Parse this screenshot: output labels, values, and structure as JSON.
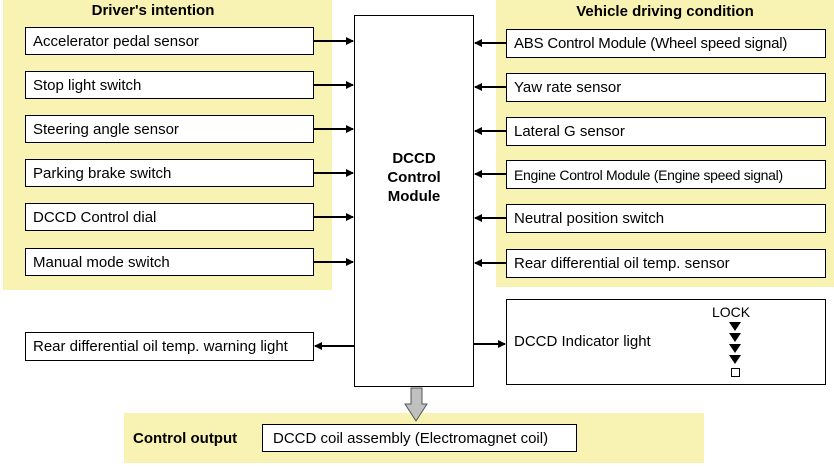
{
  "drivers_intention": {
    "title": "Driver's intention",
    "inputs": [
      "Accelerator pedal sensor",
      "Stop light switch",
      "Steering angle sensor",
      "Parking brake switch",
      "DCCD Control dial",
      "Manual mode switch"
    ]
  },
  "vehicle_driving_condition": {
    "title": "Vehicle driving condition",
    "inputs": [
      "ABS Control Module (Wheel speed signal)",
      "Yaw rate sensor",
      "Lateral G sensor",
      "Engine Control Module (Engine speed signal)",
      "Neutral position switch",
      "Rear differential oil temp. sensor"
    ]
  },
  "module": {
    "line1": "DCCD",
    "line2": "Control",
    "line3": "Module"
  },
  "outputs": {
    "warning_light": "Rear differential oil temp. warning light",
    "indicator_light": "DCCD Indicator light",
    "lock_label": "LOCK"
  },
  "control_output": {
    "title": "Control output",
    "device": "DCCD coil assembly (Electromagnet coil)"
  },
  "colors": {
    "panel": "#f8f3b3",
    "output_arrow": "#c0c0c0"
  }
}
